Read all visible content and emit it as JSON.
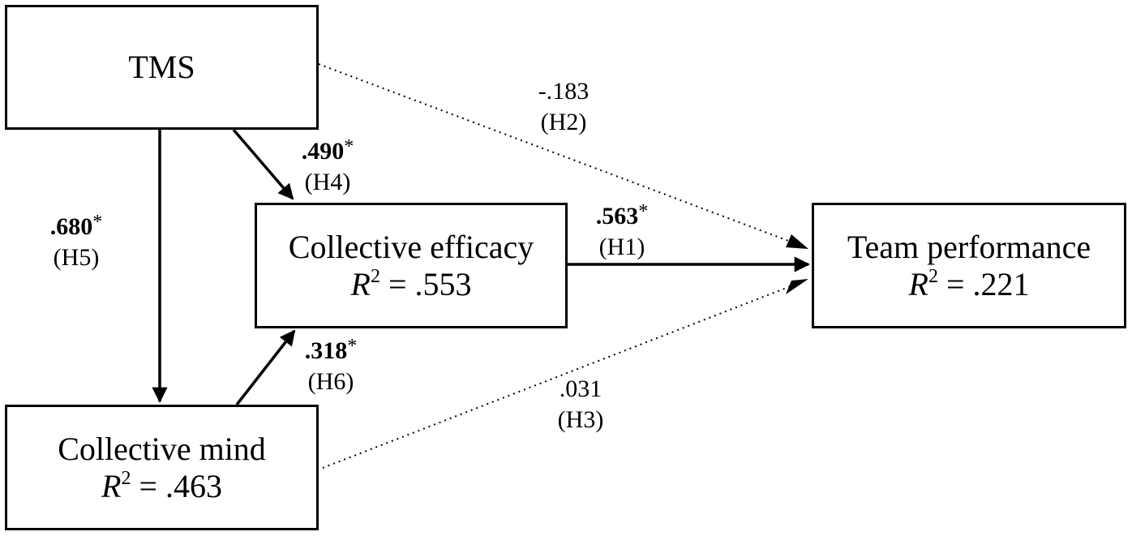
{
  "nodes": {
    "tms": {
      "name": "TMS"
    },
    "collective_efficacy": {
      "name": "Collective efficacy",
      "r2_symbol": "R",
      "r2_sup": "2",
      "r2_value": "= .553"
    },
    "team_performance": {
      "name": "Team performance",
      "r2_symbol": "R",
      "r2_sup": "2",
      "r2_value": "= .221"
    },
    "collective_mind": {
      "name": "Collective mind",
      "r2_symbol": "R",
      "r2_sup": "2",
      "r2_value": "= .463"
    }
  },
  "paths": {
    "h1": {
      "coef": ".563",
      "sig": "*",
      "hyp": "(H1)"
    },
    "h2": {
      "coef": "-.183",
      "sig": "",
      "hyp": "(H2)"
    },
    "h3": {
      "coef": ".031",
      "sig": "",
      "hyp": "(H3)"
    },
    "h4": {
      "coef": ".490",
      "sig": "*",
      "hyp": "(H4)"
    },
    "h5": {
      "coef": ".680",
      "sig": "*",
      "hyp": "(H5)"
    },
    "h6": {
      "coef": ".318",
      "sig": "*",
      "hyp": "(H6)"
    }
  }
}
